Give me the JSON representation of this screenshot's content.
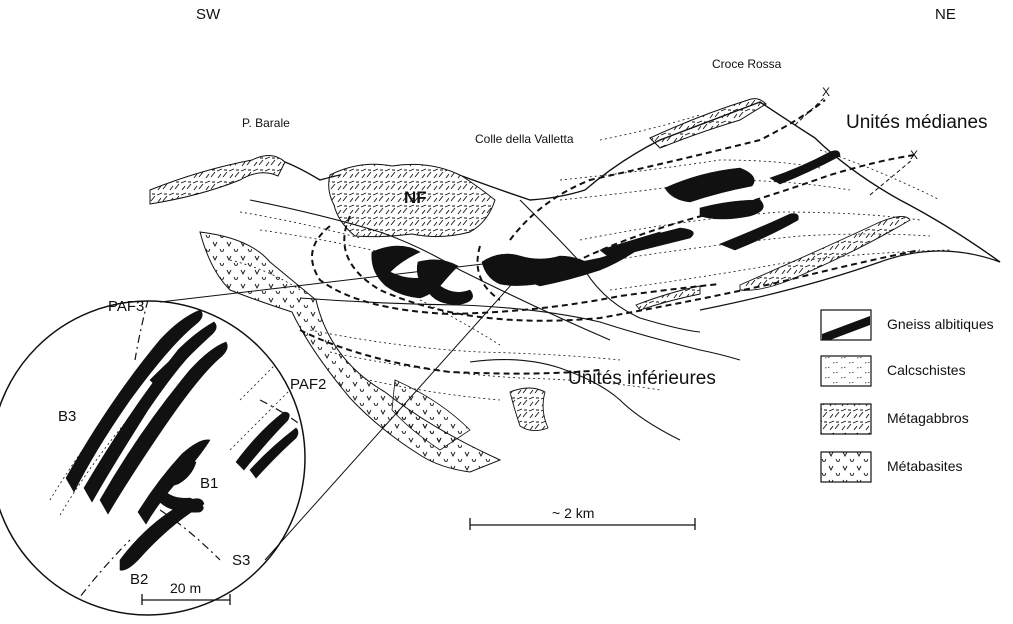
{
  "orientation": {
    "left": "SW",
    "right": "NE"
  },
  "places": {
    "p_barale": "P. Barale",
    "colle": "Colle della Valletta",
    "croce": "Croce Rossa"
  },
  "units": {
    "mediane": "Unités médianes",
    "inferieure": "Unités inférieures",
    "nf": "NF"
  },
  "markers": {
    "x1": "X",
    "x2": "X"
  },
  "inset_labels": {
    "paf3": "PAF3",
    "paf2": "PAF2",
    "b3": "B3",
    "b1": "B1",
    "b2": "B2",
    "s3": "S3"
  },
  "scales": {
    "main": "~ 2 km",
    "inset": "20 m"
  },
  "legend": [
    {
      "key": "gneiss",
      "label": "Gneiss albitiques"
    },
    {
      "key": "calc",
      "label": "Calcschistes"
    },
    {
      "key": "metagabbro",
      "label": "Métagabbros"
    },
    {
      "key": "metabasite",
      "label": "Métabasites"
    }
  ]
}
